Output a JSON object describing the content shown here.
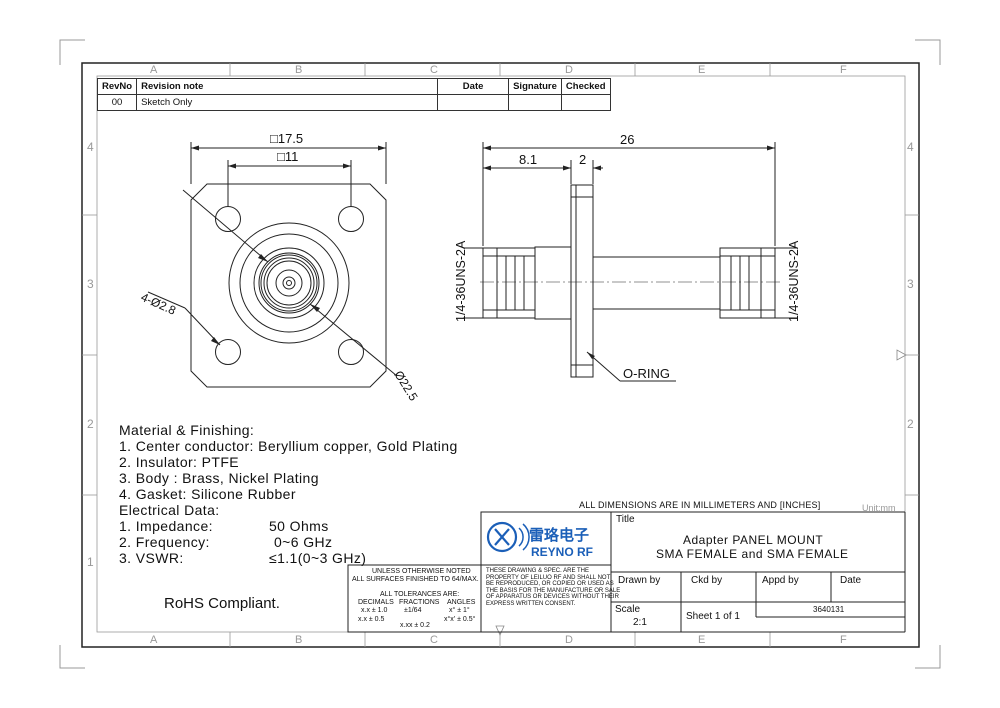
{
  "border": {
    "columns": [
      "A",
      "B",
      "C",
      "D",
      "E",
      "F"
    ],
    "rows": [
      "4",
      "3",
      "2",
      "1"
    ]
  },
  "revision_table": {
    "headers": {
      "revno": "RevNo",
      "note": "Revision note",
      "date": "Date",
      "signature": "Signature",
      "checked": "Checked"
    },
    "rows": [
      {
        "revno": "00",
        "note": "Sketch Only",
        "date": "",
        "signature": "",
        "checked": ""
      }
    ]
  },
  "front_view": {
    "dim_outer": "□17.5",
    "dim_inner": "□11",
    "dim_holes": "4-Ø2.8",
    "dim_circle": "Ø22.5"
  },
  "side_view": {
    "dim_total": "26",
    "dim_offset": "8.1",
    "dim_flange": "2",
    "thread_left": "1/4-36UNS-2A",
    "thread_right": "1/4-36UNS-2A",
    "oring": "O-RING"
  },
  "materials": {
    "title": "Material & Finishing:",
    "items": [
      "1. Center conductor: Beryllium copper, Gold Plating",
      "2. Insulator: PTFE",
      "3. Body : Brass, Nickel Plating",
      "4. Gasket: Silicone Rubber"
    ]
  },
  "electrical": {
    "title": "Electrical Data:",
    "rows": [
      {
        "label": "1. Impedance:",
        "value": "50 Ohms"
      },
      {
        "label": "2. Frequency:",
        "value": "0~6  GHz"
      },
      {
        "label": "3. VSWR:",
        "value": "≤1.1(0~3 GHz)"
      }
    ]
  },
  "rohs": "RoHS Compliant.",
  "dimensions_note": "ALL DIMENSIONS ARE IN MILLIMETERS AND [INCHES]",
  "unit": "Unit:mm",
  "tolerance": {
    "line1": "UNLESS OTHERWISE NOTED",
    "line2": "ALL SURFACES FINISHED TO 64/MAX.",
    "line3": "ALL TOLERANCES ARE:",
    "head_decimals": "DECIMALS",
    "head_fractions": "FRACTIONS",
    "head_angles": "ANGLES",
    "dec1": "x.x  ±  1.0",
    "dec2": "x.x  ±  0.5",
    "frac1": "±1/64",
    "frac2": "x.xx ± 0.2",
    "ang1": "x°  ±  1°",
    "ang2": "x°x' ± 0.5°"
  },
  "company": {
    "logo_cn": "雷珞电子",
    "logo_en": "REYNO RF",
    "notice": [
      "THESE DRAWING & SPEC. ARE THE",
      "PROPERTY OF LEILUO RF AND SHALL NOT",
      "BE REPRODUCED, OR COPIED OR USED AS",
      "THE BASIS FOR THE MANUFACTURE OR SALE",
      "OF APPARATUS OR DEVICES WITHOUT THEIR",
      "EXPRESS WRITTEN CONSENT."
    ]
  },
  "title_block": {
    "title_label": "Title",
    "title_line1": "Adapter PANEL MOUNT",
    "title_line2": "SMA FEMALE and SMA FEMALE",
    "drawn_by": "Drawn by",
    "ckd_by": "Ckd by",
    "appd_by": "Appd by",
    "date": "Date",
    "scale_label": "Scale",
    "scale_value": "2:1",
    "sheet": "Sheet 1 of 1",
    "part_no": "3640131"
  }
}
